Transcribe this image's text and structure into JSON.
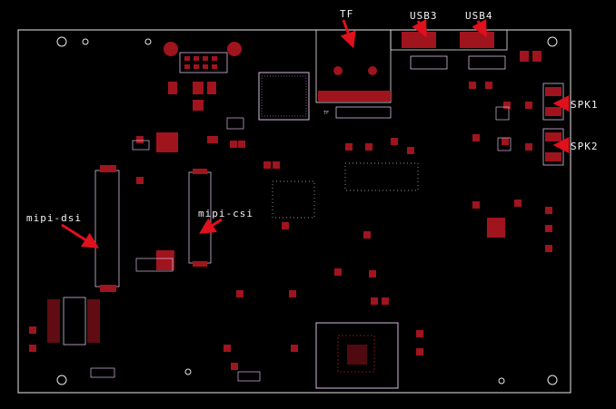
{
  "title": "",
  "colors": {
    "background": "#000000",
    "outline": "#e8e8e8",
    "pad": "#a0141e",
    "silk": "#d8b8e0",
    "arrow": "#e0101c",
    "text": "#f2f2f2"
  },
  "labels": {
    "tf": "TF",
    "usb3": "USB3",
    "usb4": "USB4",
    "spk1": "SPK1",
    "spk2": "SPK2",
    "mipi_dsi": "mipi-dsi",
    "mipi_csi": "mipi-csi"
  },
  "silk_marks": {
    "tf_small": "TF"
  }
}
